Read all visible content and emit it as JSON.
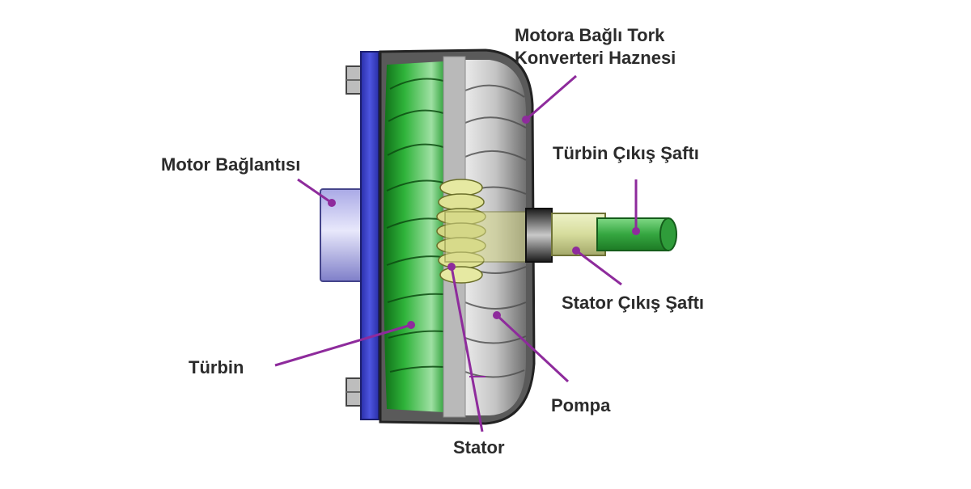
{
  "labels": {
    "housing_line1": "Motora Bağlı Tork",
    "housing_line2": "Konverteri Haznesi",
    "engine_connection": "Motor Bağlantısı",
    "turbine_output_shaft": "Türbin Çıkış Şaftı",
    "stator_output_shaft": "Stator Çıkış Şaftı",
    "turbine": "Türbin",
    "pump": "Pompa",
    "stator": "Stator"
  },
  "colors": {
    "leader": "#8e2b9c",
    "label_text": "#2b2b2b",
    "flange": "#3f46c9",
    "turbine_green": "#1c9a26",
    "pump_gray": "#9a9a9a",
    "shaft_green": "#3fb34a",
    "stator_shaft": "#d8dfa6"
  }
}
